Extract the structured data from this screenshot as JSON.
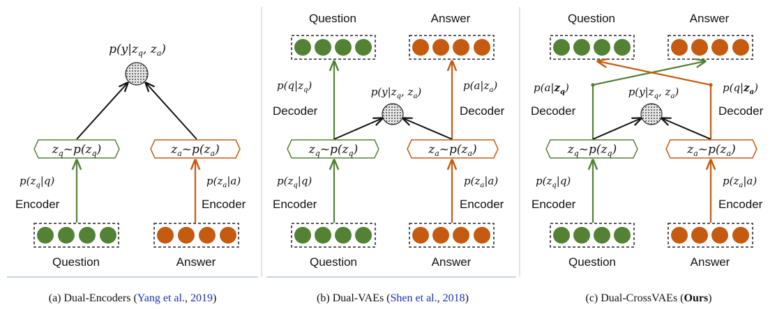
{
  "colors": {
    "green": "#548235",
    "orange": "#c55a11",
    "cite": "#1a2fb5"
  },
  "text": {
    "question": "Question",
    "answer": "Answer",
    "encoder": "Encoder",
    "decoder": "Decoder",
    "p_y": "p(y|z",
    "p_y_mid": ", z",
    "p_y_end": ")",
    "zq_prior": "z",
    "zq_prior_rest": "~p(z",
    "close_paren": ")",
    "p_zq_q": "p(z",
    "p_zq_q_rest": "|q)",
    "p_za_a_rest": "|a)",
    "p_q_zq": "p(q|z",
    "p_a_za": "p(a|z",
    "p_a_zq": "p(a|",
    "p_q_za": "p(q|",
    "bold_z": "z",
    "sub_q": "q",
    "sub_a": "a"
  },
  "captions": [
    {
      "prefix": "(a)  Dual-Encoders (",
      "cite": "Yang et al.",
      "sep": ", ",
      "year": "2019",
      "suffix": ")"
    },
    {
      "prefix": "(b)  Dual-VAEs (",
      "cite": "Shen et al.",
      "sep": ", ",
      "year": "2018",
      "suffix": ")"
    },
    {
      "prefix": "(c)  Dual-CrossVAEs (",
      "bold": "Ours",
      "suffix": ")"
    }
  ]
}
